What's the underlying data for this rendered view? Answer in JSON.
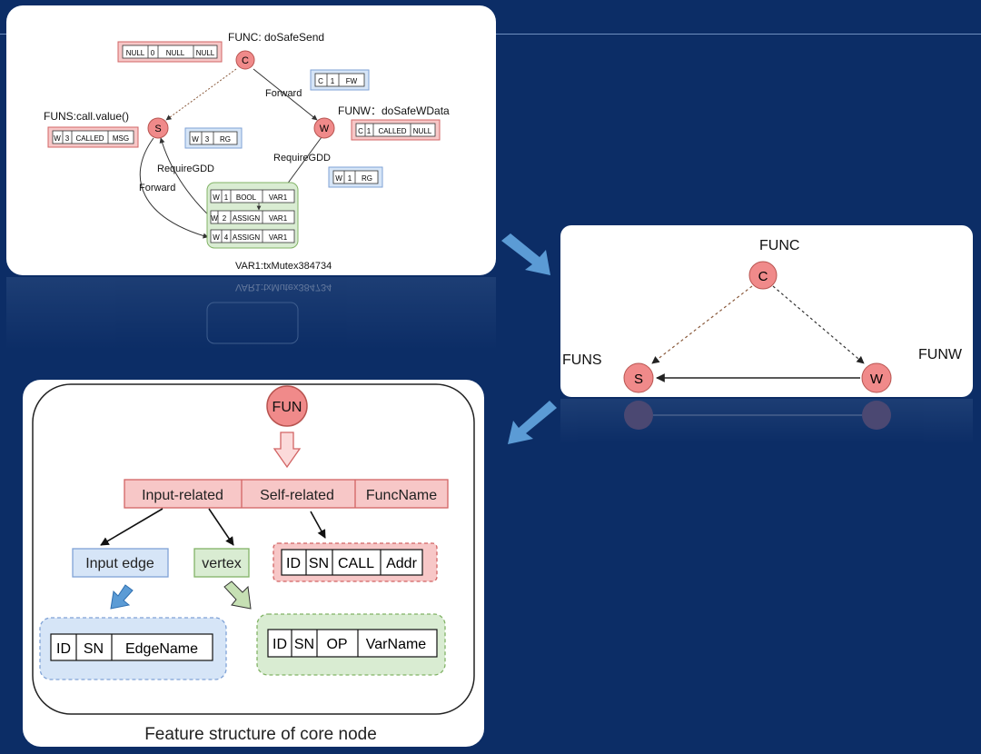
{
  "panel1": {
    "func_label": "FUNC: doSafeSend",
    "funs_label": "FUNS:call.value()",
    "funw_label": "FUNW：doSafeWData",
    "var_label": "VAR1:txMutex384734",
    "node_c": "C",
    "node_s": "S",
    "node_w": "W",
    "edge_forward_cw": "Forward",
    "edge_requiregdd_w": "RequireGDD",
    "edge_requiregdd_s": "RequireGDD",
    "edge_forward_s": "Forward",
    "box_c": [
      "NULL",
      "0",
      "NULL",
      "NULL"
    ],
    "box_fw": [
      "C",
      "1",
      "FW"
    ],
    "box_s": [
      "W",
      "3",
      "CALLED",
      "MSG"
    ],
    "box_rg_s": [
      "W",
      "3",
      "RG"
    ],
    "box_w": [
      "C",
      "1",
      "CALLED",
      "NULL"
    ],
    "box_rg_w": [
      "W",
      "1",
      "RG"
    ],
    "var_rows": [
      [
        "W",
        "1",
        "BOOL",
        "VAR1"
      ],
      [
        "W",
        "2",
        "ASSIGN",
        "VAR1"
      ],
      [
        "W",
        "4",
        "ASSIGN",
        "VAR1"
      ]
    ]
  },
  "panel2": {
    "func": "FUNC",
    "funs": "FUNS",
    "funw": "FUNW",
    "node_c": "C",
    "node_s": "S",
    "node_w": "W"
  },
  "panel3": {
    "fun_node": "FUN",
    "header_cells": [
      "Input-related",
      "Self-related",
      "FuncName"
    ],
    "input_edge": "Input edge",
    "vertex": "vertex",
    "call_cells": [
      "ID",
      "SN",
      "CALL",
      "Addr"
    ],
    "edge_cells": [
      "ID",
      "SN",
      "EdgeName"
    ],
    "vertex_cells": [
      "ID",
      "SN",
      "OP",
      "VarName"
    ],
    "caption": "Feature structure of core node"
  },
  "colors": {
    "background": "#0c2d66",
    "node_fill": "#f08a8a",
    "red_box_fill": "#f7c7c7",
    "red_box_stroke": "#d26464",
    "blue_box_fill": "#d6e5f7",
    "blue_box_stroke": "#7fa2d6",
    "green_box_fill": "#d9ecd2",
    "green_box_stroke": "#82b366",
    "arrow_blue": "#5b9bd5"
  }
}
